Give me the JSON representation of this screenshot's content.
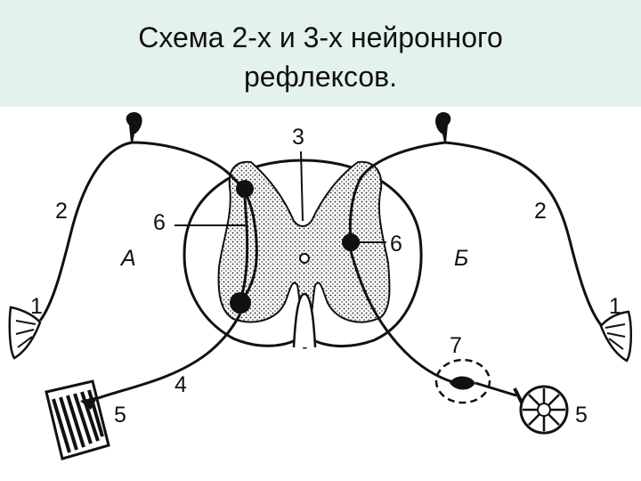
{
  "title": {
    "line1": "Схема 2-х и 3-х нейронного",
    "line2": "рефлексов."
  },
  "labels": {
    "receptor_left": "1",
    "receptor_right": "1",
    "afferent_left": "2",
    "afferent_right": "2",
    "dorsal_root": "3",
    "motor_fiber": "4",
    "effector_muscle": "5",
    "effector_gland": "5",
    "interneuron_left": "6",
    "interneuron_right": "6",
    "ganglion": "7",
    "reflex_a": "А",
    "reflex_b": "Б"
  },
  "colors": {
    "title_band": "#e4f2ee",
    "ink": "#111111"
  }
}
